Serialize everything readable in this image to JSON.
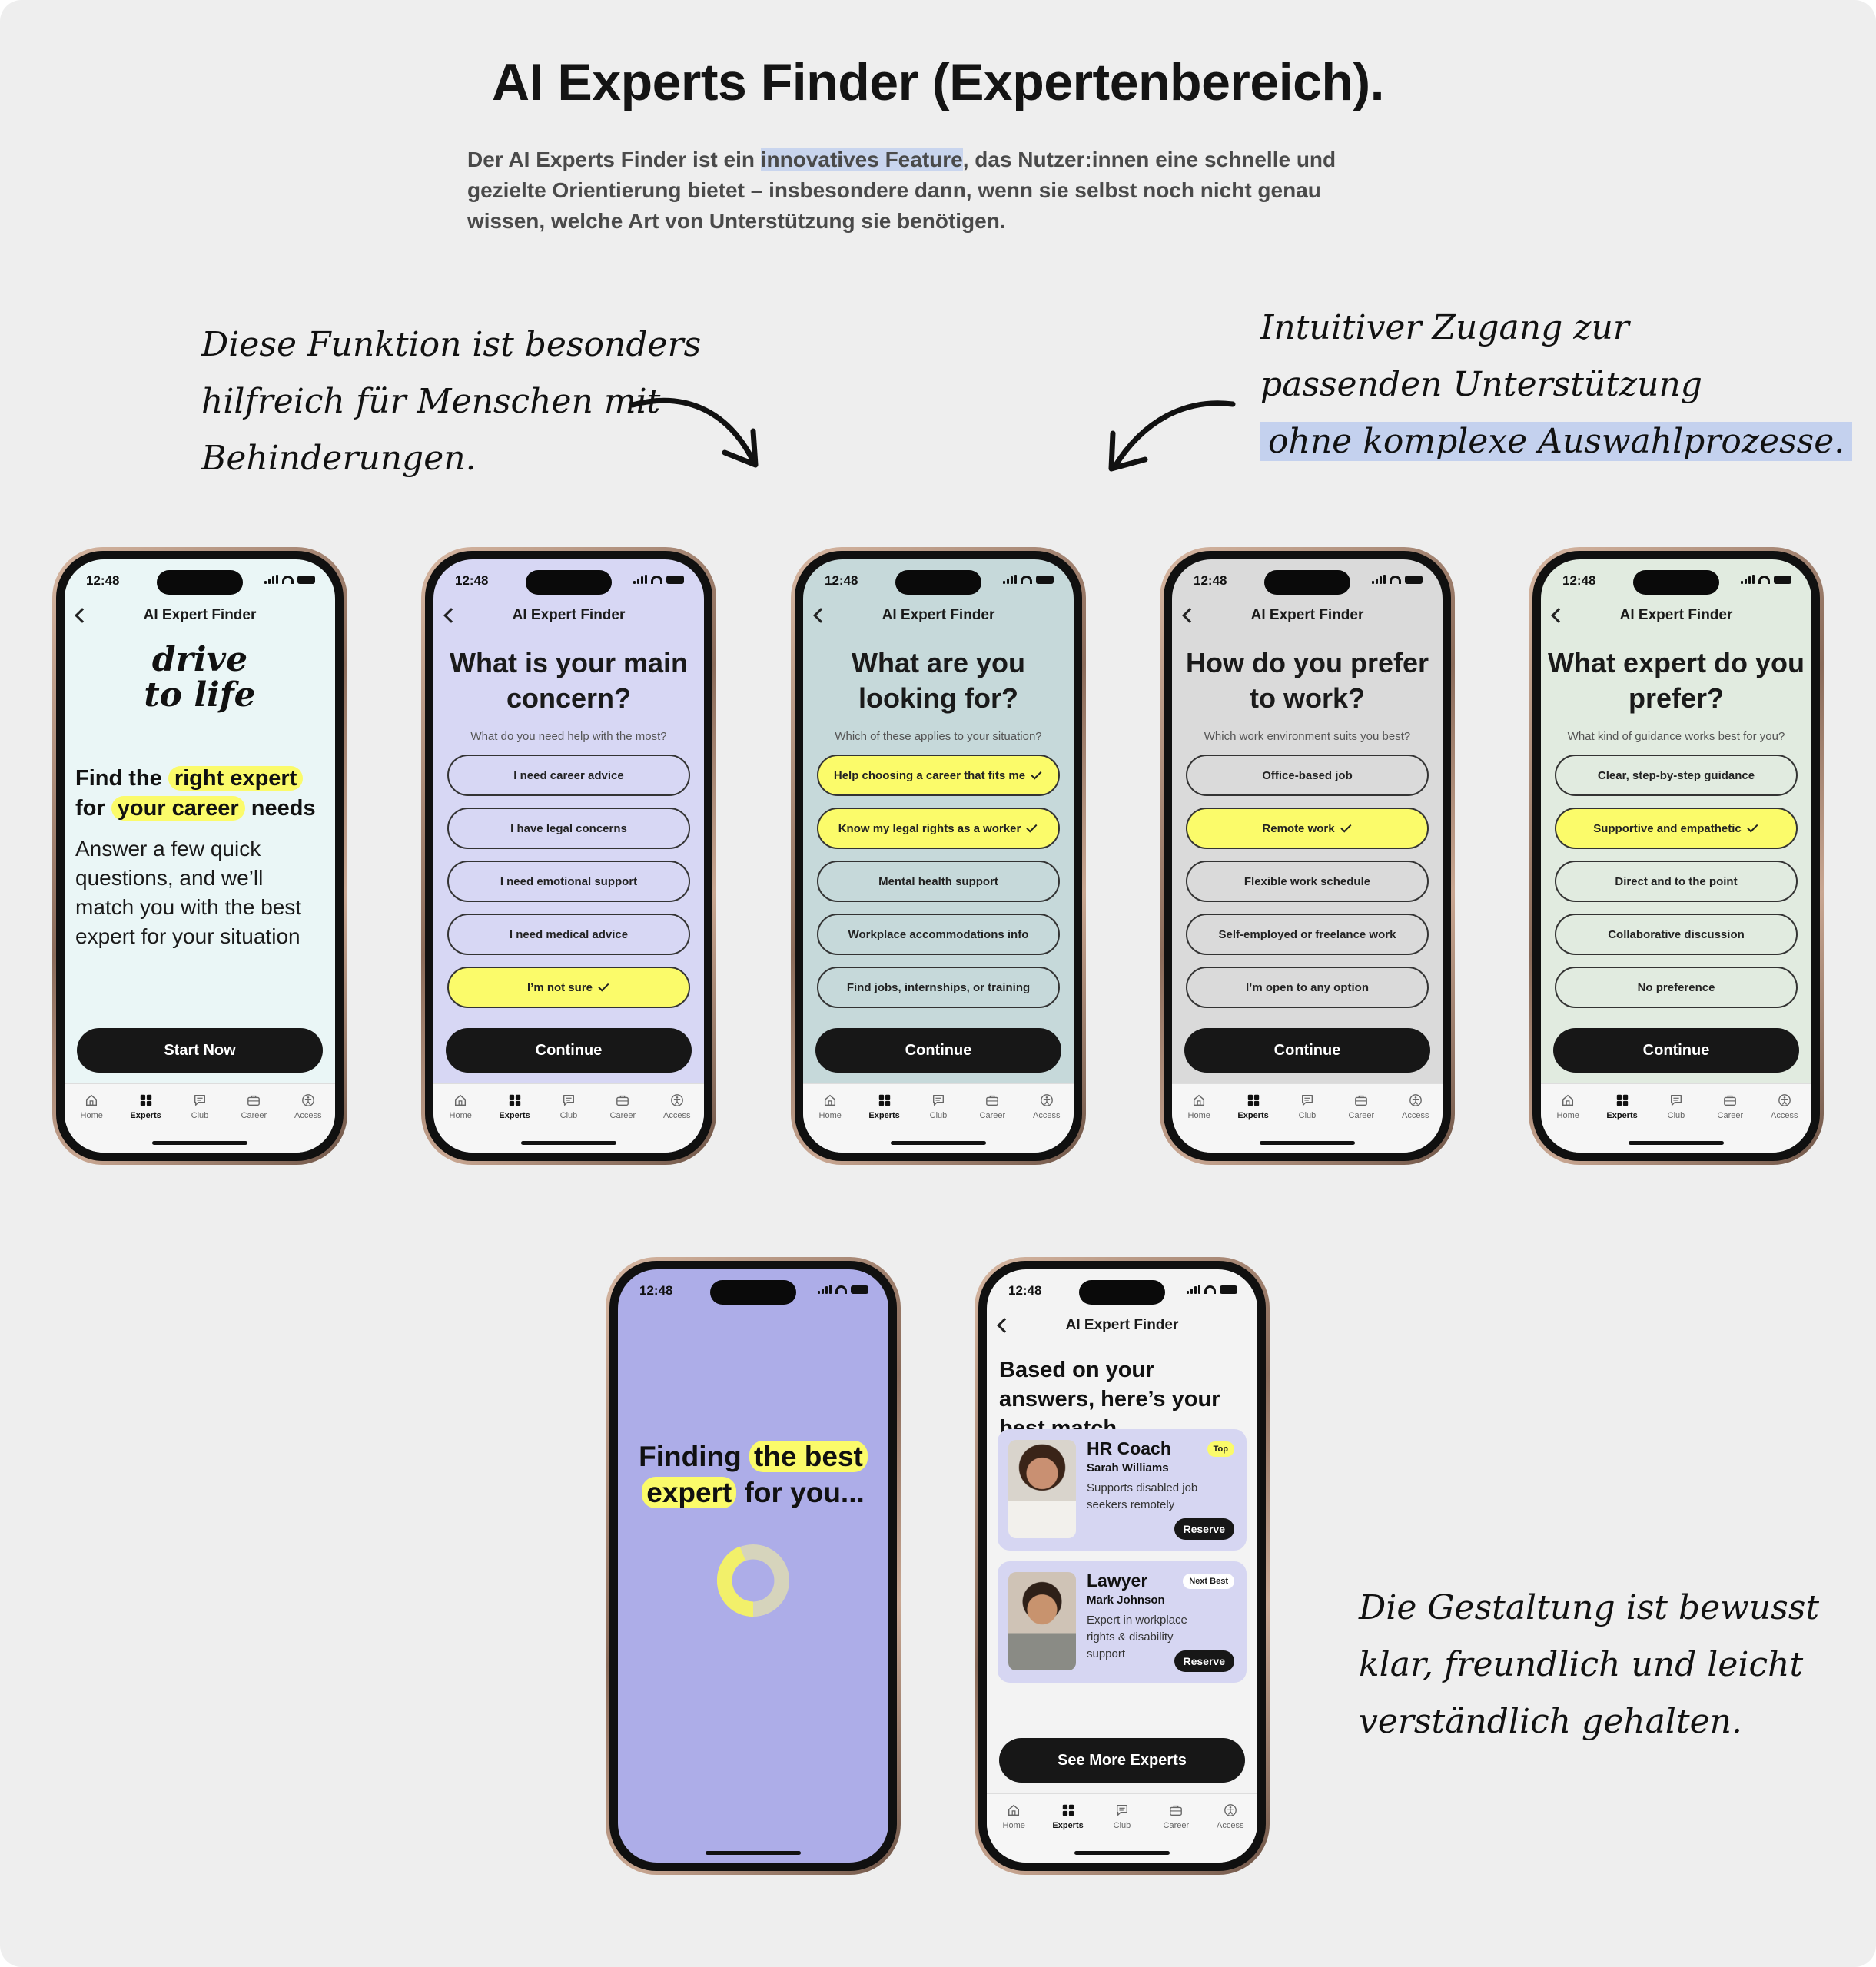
{
  "header": {
    "title": "AI Experts Finder (Expertenbereich).",
    "desc_pre": "Der AI Experts Finder ist ein ",
    "desc_highlight": "innovatives Feature",
    "desc_post": ", das Nutzer:innen eine schnelle und gezielte Orientierung bietet – insbesondere dann, wenn sie selbst noch nicht genau wissen, welche Art von Unterstützung sie benötigen."
  },
  "notes": {
    "left": [
      "Diese Funktion ist besonders",
      "hilfreich für Menschen mit",
      "Behinderungen."
    ],
    "right": [
      "Intuitiver Zugang zur",
      "passenden Unterstützung",
      "ohne komplexe Auswahlprozesse."
    ],
    "bottom": [
      "Die Gestaltung ist bewusst",
      "klar, freundlich und leicht",
      "verständlich gehalten."
    ]
  },
  "common": {
    "time": "12:48",
    "app_title": "AI Expert Finder",
    "continue_label": "Continue",
    "tabs": [
      {
        "label": "Home",
        "icon": "home-icon"
      },
      {
        "label": "Experts",
        "icon": "grid-icon"
      },
      {
        "label": "Club",
        "icon": "chat-icon"
      },
      {
        "label": "Career",
        "icon": "briefcase-icon"
      },
      {
        "label": "Access",
        "icon": "accessibility-icon"
      }
    ],
    "active_tab": "Experts"
  },
  "intro": {
    "bg": "#eaf6f6",
    "logo_line1": "drive",
    "logo_line2": "to life",
    "title_parts": [
      "Find the",
      "right expert",
      "for",
      "your career",
      "needs"
    ],
    "body": "Answer a few quick questions, and we’ll match you with the best expert for your situation",
    "cta": "Start Now"
  },
  "questions": [
    {
      "bg": "#d7d7f4",
      "title": "What is your main concern?",
      "subtitle": "What do you need help with the most?",
      "options": [
        {
          "label": "I need career advice",
          "selected": false
        },
        {
          "label": "I have legal concerns",
          "selected": false
        },
        {
          "label": "I need emotional support",
          "selected": false
        },
        {
          "label": "I need medical advice",
          "selected": false
        },
        {
          "label": "I’m not sure",
          "selected": true
        }
      ]
    },
    {
      "bg": "#c6d9da",
      "title": "What are you looking for?",
      "subtitle": "Which of these applies to your situation?",
      "options": [
        {
          "label": "Help choosing a career that fits me",
          "selected": true
        },
        {
          "label": "Know my legal rights as a worker",
          "selected": true
        },
        {
          "label": "Mental health support",
          "selected": false
        },
        {
          "label": "Workplace accommodations info",
          "selected": false
        },
        {
          "label": "Find jobs, internships, or training",
          "selected": false
        }
      ]
    },
    {
      "bg": "#dadada",
      "title": "How do you prefer to work?",
      "subtitle": "Which work environment suits you best?",
      "options": [
        {
          "label": "Office-based job",
          "selected": false
        },
        {
          "label": "Remote work",
          "selected": true
        },
        {
          "label": "Flexible work schedule",
          "selected": false
        },
        {
          "label": "Self-employed or freelance work",
          "selected": false
        },
        {
          "label": "I’m open to any option",
          "selected": false
        }
      ]
    },
    {
      "bg": "#e1ebe0",
      "title": "What expert do you prefer?",
      "subtitle": "What kind of guidance works best for you?",
      "options": [
        {
          "label": "Clear, step-by-step guidance",
          "selected": false
        },
        {
          "label": "Supportive and empathetic",
          "selected": true
        },
        {
          "label": "Direct and to the point",
          "selected": false
        },
        {
          "label": "Collaborative discussion",
          "selected": false
        },
        {
          "label": "No preference",
          "selected": false
        }
      ]
    }
  ],
  "loading": {
    "bg": "#adade8",
    "parts": [
      "Finding",
      "the best",
      "expert",
      "for you..."
    ]
  },
  "result": {
    "bg": "#f3f3f3",
    "title": "Based on your answers, here’s your best match",
    "experts": [
      {
        "role": "HR Coach",
        "name": "Sarah Williams",
        "desc": "Supports disabled job seekers remotely",
        "badge": "Top",
        "action": "Reserve"
      },
      {
        "role": "Lawyer",
        "name": "Mark Johnson",
        "desc": "Expert in workplace rights & disability support",
        "badge": "Next Best",
        "action": "Reserve"
      }
    ],
    "cta": "See More Experts"
  }
}
